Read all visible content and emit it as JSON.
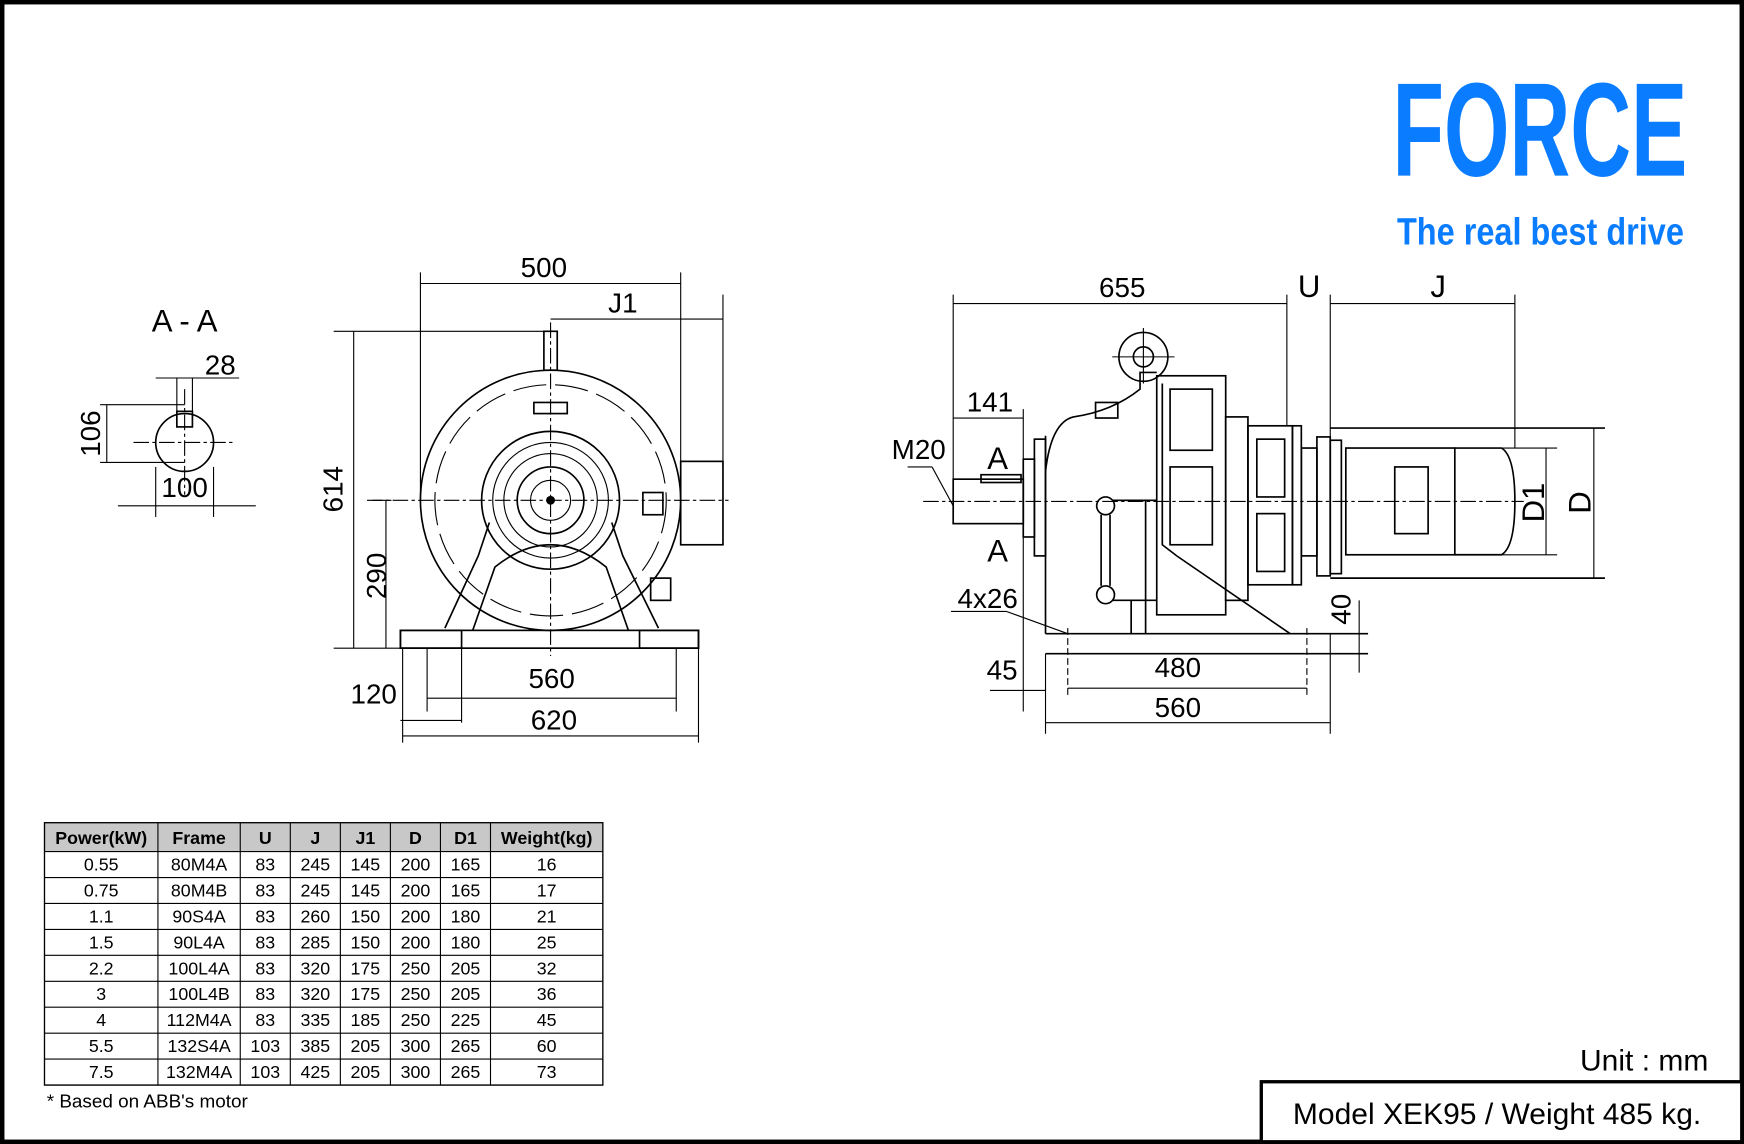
{
  "brand": {
    "name": "FORCE",
    "tagline": "The real best drive",
    "color": "#0a7cff"
  },
  "left_view": {
    "section_label": "A - A",
    "dims": {
      "keyway": "28",
      "height": "106",
      "shaft_dia": "100",
      "width_top": "500",
      "j1": "J1",
      "height_total": "614",
      "center_height": "290",
      "base_inner": "560",
      "base_outer": "620",
      "base_side": "120"
    }
  },
  "right_view": {
    "dims": {
      "length": "655",
      "u": "U",
      "j": "J",
      "shaft_len": "141",
      "thread": "M20",
      "section_top": "A",
      "section_bottom": "A",
      "holes": "4x26",
      "d1": "D1",
      "d": "D",
      "base_h": "40",
      "offset": "45",
      "holes_span": "480",
      "base_len": "560"
    }
  },
  "table": {
    "headers": [
      "Power(kW)",
      "Frame",
      "U",
      "J",
      "J1",
      "D",
      "D1",
      "Weight(kg)"
    ],
    "rows": [
      [
        "0.55",
        "80M4A",
        "83",
        "245",
        "145",
        "200",
        "165",
        "16"
      ],
      [
        "0.75",
        "80M4B",
        "83",
        "245",
        "145",
        "200",
        "165",
        "17"
      ],
      [
        "1.1",
        "90S4A",
        "83",
        "260",
        "150",
        "200",
        "180",
        "21"
      ],
      [
        "1.5",
        "90L4A",
        "83",
        "285",
        "150",
        "200",
        "180",
        "25"
      ],
      [
        "2.2",
        "100L4A",
        "83",
        "320",
        "175",
        "250",
        "205",
        "32"
      ],
      [
        "3",
        "100L4B",
        "83",
        "320",
        "175",
        "250",
        "205",
        "36"
      ],
      [
        "4",
        "112M4A",
        "83",
        "335",
        "185",
        "250",
        "225",
        "45"
      ],
      [
        "5.5",
        "132S4A",
        "103",
        "385",
        "205",
        "300",
        "265",
        "60"
      ],
      [
        "7.5",
        "132M4A",
        "103",
        "425",
        "205",
        "300",
        "265",
        "73"
      ]
    ],
    "footnote": "* Based on ABB's motor",
    "header_bg": "#c8c8c8"
  },
  "unit": "Unit : mm",
  "model_caption": "Model XEK95 / Weight 485 kg."
}
